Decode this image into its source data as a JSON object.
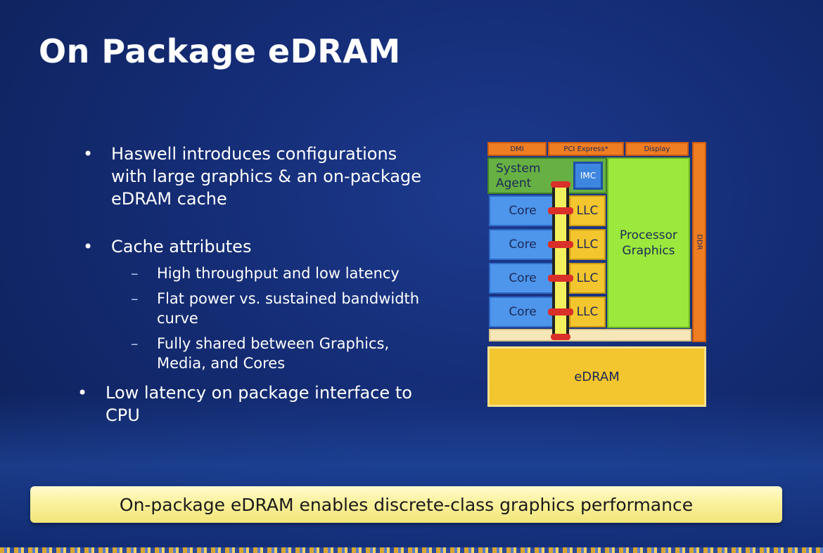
{
  "slide": {
    "title": "On Package eDRAM",
    "bullets": [
      {
        "text": "Haswell introduces configurations with large graphics & an on-package eDRAM cache"
      },
      {
        "text": "Cache attributes",
        "sub": [
          "High throughput  and low latency",
          "Flat power vs. sustained bandwidth curve",
          "Fully shared between Graphics, Media, and Cores"
        ]
      },
      {
        "text": "Low latency on package interface to CPU"
      }
    ],
    "bullet_glyph": "•",
    "sub_glyph": "–",
    "banner": "On-package eDRAM enables discrete-class graphics performance"
  },
  "diagram": {
    "io": [
      "DMI",
      "PCI Express*",
      "Display"
    ],
    "system_agent": [
      "System",
      "Agent"
    ],
    "imc": "IMC",
    "cores": [
      "Core",
      "Core",
      "Core",
      "Core"
    ],
    "llc": [
      "LLC",
      "LLC",
      "LLC",
      "LLC"
    ],
    "graphics": [
      "Processor",
      "Graphics"
    ],
    "ddr": "DDR",
    "edram": "eDRAM",
    "colors": {
      "io": "#ef7d22",
      "system_agent": "#67b043",
      "imc": "#3d86e0",
      "core": "#4e95ec",
      "llc": "#f3c52e",
      "graphics": "#9ce83c",
      "edram": "#f3c52e",
      "ring_stop": "#d9302a",
      "banner": "#fbf3a2"
    }
  }
}
